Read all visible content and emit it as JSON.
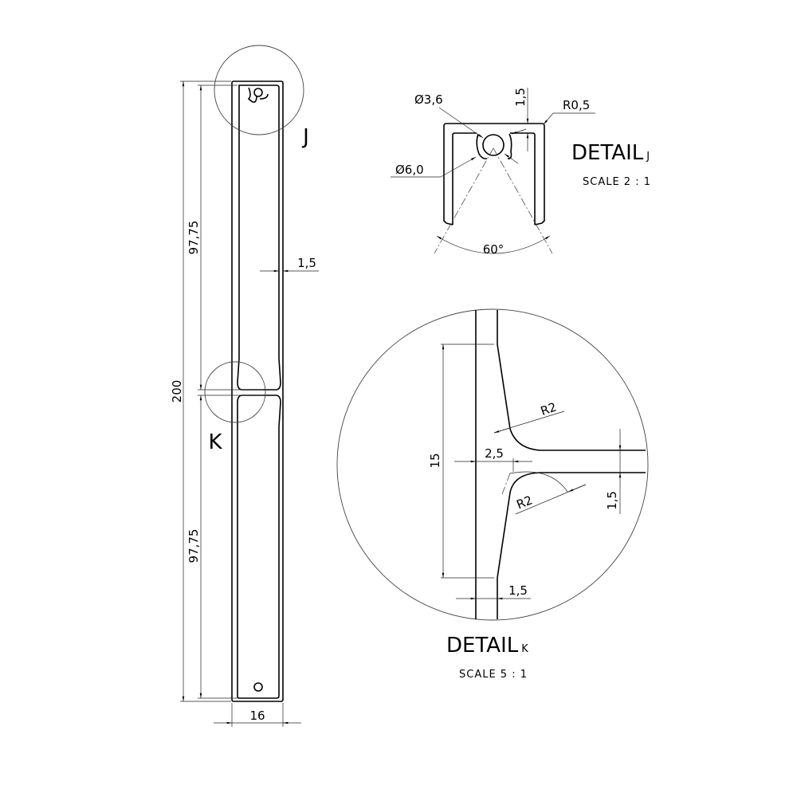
{
  "main_view": {
    "overall_length": "200",
    "half_length_top": "97,75",
    "half_length_bottom": "97,75",
    "width": "16",
    "wall": "1,5",
    "detail_j_label": "J",
    "detail_k_label": "K"
  },
  "detail_j": {
    "title": "DETAIL",
    "letter": "J",
    "scale": "SCALE 2 : 1",
    "dia_inner": "Ø3,6",
    "dia_outer": "Ø6,0",
    "thickness": "1,5",
    "radius": "R0,5",
    "angle": "60°"
  },
  "detail_k": {
    "title": "DETAIL",
    "letter": "K",
    "scale": "SCALE 5 : 1",
    "height": "15",
    "gap": "2,5",
    "radius_top": "R2",
    "radius_bottom": "R2",
    "web": "1,5",
    "wall": "1,5"
  }
}
